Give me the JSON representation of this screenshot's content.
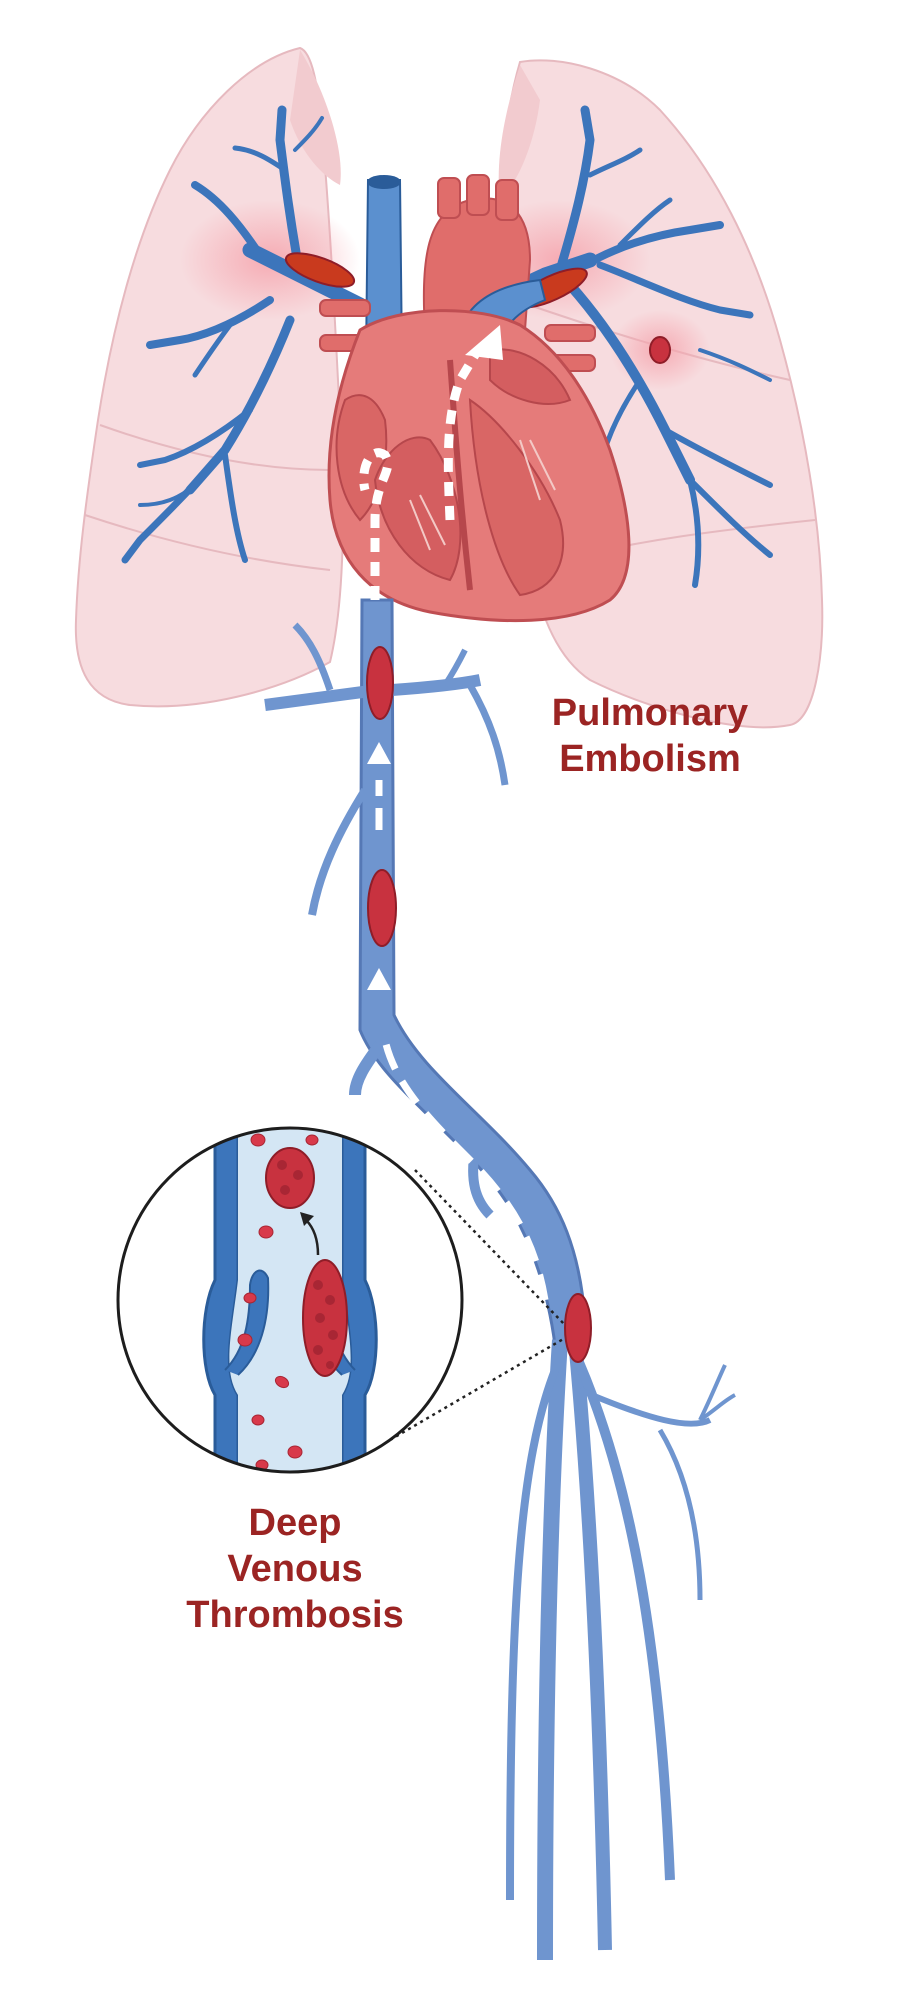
{
  "labels": {
    "pulmonary_embolism": [
      "Pulmonary",
      "Embolism"
    ],
    "deep_venous_thrombosis": [
      "Deep",
      "Venous",
      "Thrombosis"
    ]
  },
  "colors": {
    "label_text": "#9b2423",
    "lung_fill": "#f7dcdf",
    "lung_outline": "#e6b9bf",
    "lung_glow": "#f6a3ac",
    "vessel_blue": "#3c75bb",
    "vein_blue": "#6f95cf",
    "vein_outline": "#5578b5",
    "vein_dark": "#2a5c99",
    "vein_lumen": "#d4e6f4",
    "heart_red": "#e57b7a",
    "heart_dark": "#bf4e52",
    "artery_red": "#d6514f",
    "clot_red": "#c8323f",
    "clot_dark": "#8f1d28",
    "thrombus_dark_red": "#c93a1e",
    "rbc_red": "#d8394a",
    "flow_arrow": "#ffffff"
  },
  "icons": [
    "lung-icon",
    "heart-icon",
    "vein-icon",
    "blood-clot-icon",
    "flow-arrow-icon",
    "magnifier-circle-icon",
    "venous-valve-icon",
    "red-blood-cell-icon"
  ]
}
